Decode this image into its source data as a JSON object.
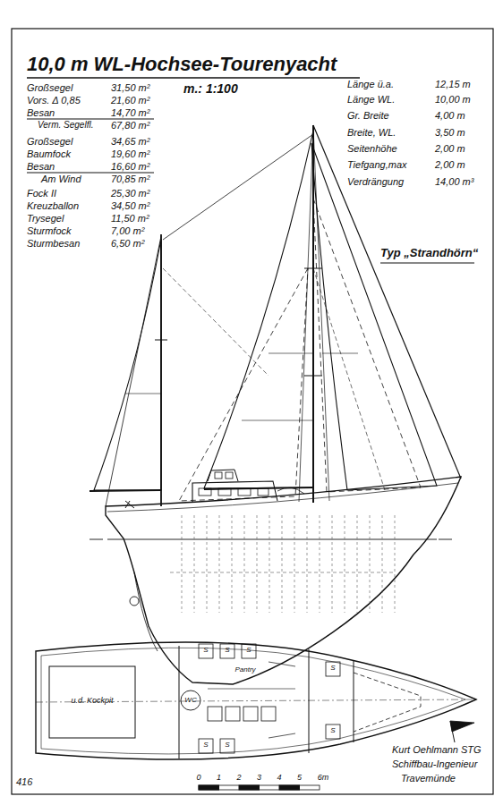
{
  "diagram": {
    "title": "10,0 m WL-Hochsee-Tourenyacht",
    "labels": [
      "Großsegel",
      "31,50 m²",
      "Vors. Δ 0,85",
      "21,60 m²",
      "Besan",
      "14,70 m²",
      "Verm. Segelfl.",
      "67,80 m²",
      "Großsegel",
      "34,65 m²",
      "Baumfock",
      "19,60 m²",
      "Besan",
      "16,60 m²",
      "Am Wind",
      "70,85 m²",
      "Fock II",
      "25,30 m²",
      "Kreuzballon",
      "34,50 m²",
      "Trysegel",
      "11,50 m²",
      "Sturmfock",
      "7,00 m²",
      "Sturmbesan",
      "6,50 m²",
      "m.: 1:100",
      "Länge ü.a.",
      "12,15 m",
      "Länge WL.",
      "10,00 m",
      "Gr. Breite",
      "4,00 m",
      "Breite, WL.",
      "3,50 m",
      "Seitenhöhe",
      "2,00 m",
      "Tiefgang,max",
      "2,00 m",
      "Verdrängung",
      "14,00 m³",
      "Typ „Strandhörn“",
      "u.d. Kockpit",
      "WC",
      "Pantry",
      "S",
      "S",
      "S",
      "S",
      "S",
      "S",
      "S",
      "0",
      "1",
      "2",
      "3",
      "4",
      "5",
      "6m",
      "Kurt Oehlmann STG",
      "Schiffbau-Ingenieur",
      "Travemünde",
      "416"
    ]
  }
}
